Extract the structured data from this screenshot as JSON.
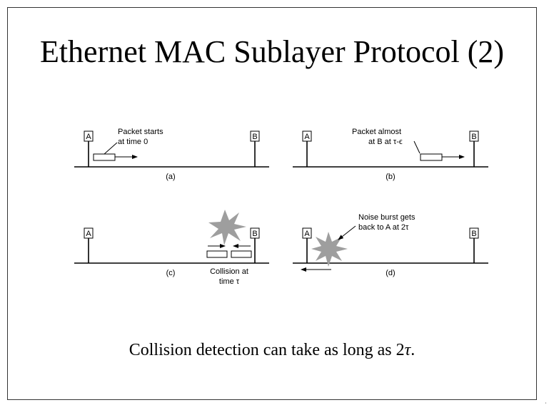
{
  "slide": {
    "title": "Ethernet MAC Sublayer Protocol (2)",
    "caption_prefix": "Collision detection can take as long as 2",
    "caption_tau": "τ",
    "caption_suffix": ".",
    "corner_mark": "'"
  },
  "panels": {
    "a": {
      "label": "(a)",
      "station_a": "A",
      "station_b": "B",
      "annotation_line1": "Packet starts",
      "annotation_line2": "at time 0"
    },
    "b": {
      "label": "(b)",
      "station_a": "A",
      "station_b": "B",
      "annotation_line1": "Packet almost",
      "annotation_line2": "at B at τ-ϵ"
    },
    "c": {
      "label": "(c)",
      "station_a": "A",
      "station_b": "B",
      "annotation_line1": "Collision at",
      "annotation_line2": "time τ"
    },
    "d": {
      "label": "(d)",
      "station_a": "A",
      "station_b": "B",
      "annotation_line1": "Noise burst gets",
      "annotation_line2": "back to A  at 2τ"
    }
  },
  "colors": {
    "line": "#000000",
    "noise_burst": "#9e9e9e"
  }
}
